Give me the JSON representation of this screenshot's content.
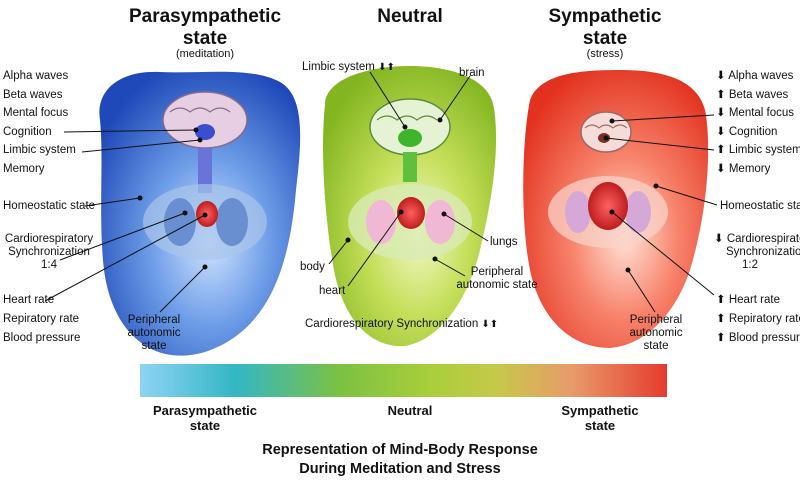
{
  "parasympathetic": {
    "title_line1": "Parasympathetic",
    "title_line2": "state",
    "subtitle": "(meditation)",
    "labels": [
      "Alpha waves",
      "Beta waves",
      "Mental focus",
      "Cognition",
      "Limbic system",
      "Memory"
    ],
    "homeostatic": "Homeostatic state",
    "cardio_line1": "Cardiorespiratory",
    "cardio_line2": "Synchronization",
    "cardio_line3": "1:4",
    "vitals": [
      "Heart rate",
      "Repiratory rate",
      "Blood pressure"
    ],
    "peripheral_line1": "Peripheral",
    "peripheral_line2": "autonomic",
    "peripheral_line3": "state",
    "color": "#2a5fc8"
  },
  "neutral": {
    "title": "Neutral",
    "limbic": "Limbic system",
    "limbic_arrows": "⬇⬆",
    "brain": "brain",
    "body": "body",
    "lungs": "lungs",
    "heart": "heart",
    "peripheral_line1": "Peripheral",
    "peripheral_line2": "autonomic state",
    "cardio": "Cardiorespiratory Synchronization",
    "cardio_arrows": "⬇⬆",
    "color": "#9cc82e"
  },
  "sympathetic": {
    "title_line1": "Sympathetic",
    "title_line2": "state",
    "subtitle": "(stress)",
    "labels": [
      {
        "arrow": "⬇",
        "text": "Alpha waves"
      },
      {
        "arrow": "⬆",
        "text": "Beta waves"
      },
      {
        "arrow": "⬇",
        "text": "Mental focus"
      },
      {
        "arrow": "⬇",
        "text": "Cognition"
      },
      {
        "arrow": "⬆",
        "text": "Limbic system"
      },
      {
        "arrow": "⬇",
        "text": "Memory"
      }
    ],
    "homeostatic": "Homeostatic state",
    "cardio_arrow": "⬇",
    "cardio_line1": "Cardiorespiratory",
    "cardio_line2": "Synchronization",
    "cardio_line3": "1:2",
    "vitals": [
      {
        "arrow": "⬆",
        "text": "Heart rate"
      },
      {
        "arrow": "⬆",
        "text": "Repiratory rate"
      },
      {
        "arrow": "⬆",
        "text": "Blood pressure"
      }
    ],
    "peripheral_line1": "Peripheral",
    "peripheral_line2": "autonomic",
    "peripheral_line3": "state",
    "color": "#e8402e"
  },
  "scale": {
    "left_line1": "Parasympathetic",
    "left_line2": "state",
    "middle": "Neutral",
    "right_line1": "Sympathetic",
    "right_line2": "state"
  },
  "footer": {
    "line1": "Representation of Mind-Body Response",
    "line2": "During Meditation and Stress"
  }
}
